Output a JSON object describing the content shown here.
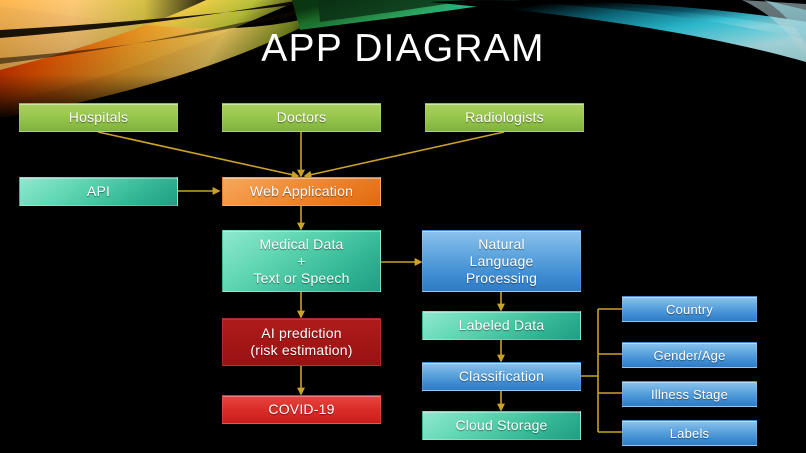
{
  "slide": {
    "title": "APP DIAGRAM",
    "background_color": "#000000",
    "accent_colors": {
      "green": "#9bc94f",
      "teal": "#3dbf9d",
      "orange": "#ea7d24",
      "blue": "#4a93d4",
      "dark_red": "#a41717",
      "red": "#d8302b",
      "connector": "#c9a227"
    }
  },
  "nodes": {
    "hospitals": {
      "label": "Hospitals",
      "color": "green"
    },
    "doctors": {
      "label": "Doctors",
      "color": "green"
    },
    "radiologists": {
      "label": "Radiologists",
      "color": "green"
    },
    "api": {
      "label": "API",
      "color": "teal"
    },
    "web_application": {
      "label": "Web Application",
      "color": "orange"
    },
    "medical_data_line1": "Medical Data",
    "medical_data_line2": "+",
    "medical_data_line3": "Text or Speech",
    "nlp_line1": "Natural",
    "nlp_line2": "Language",
    "nlp_line3": "Processing",
    "ai_prediction_line1": "AI prediction",
    "ai_prediction_line2": "(risk estimation)",
    "covid19": {
      "label": "COVID-19",
      "color": "red"
    },
    "labeled_data": {
      "label": "Labeled Data",
      "color": "teal"
    },
    "classification": {
      "label": "Classification",
      "color": "blue"
    },
    "cloud_storage": {
      "label": "Cloud Storage",
      "color": "teal"
    },
    "country": {
      "label": "Country",
      "color": "blue"
    },
    "gender_age": {
      "label": "Gender/Age",
      "color": "blue"
    },
    "illness_stage": {
      "label": "Illness Stage",
      "color": "blue"
    },
    "labels": {
      "label": "Labels",
      "color": "blue"
    }
  }
}
